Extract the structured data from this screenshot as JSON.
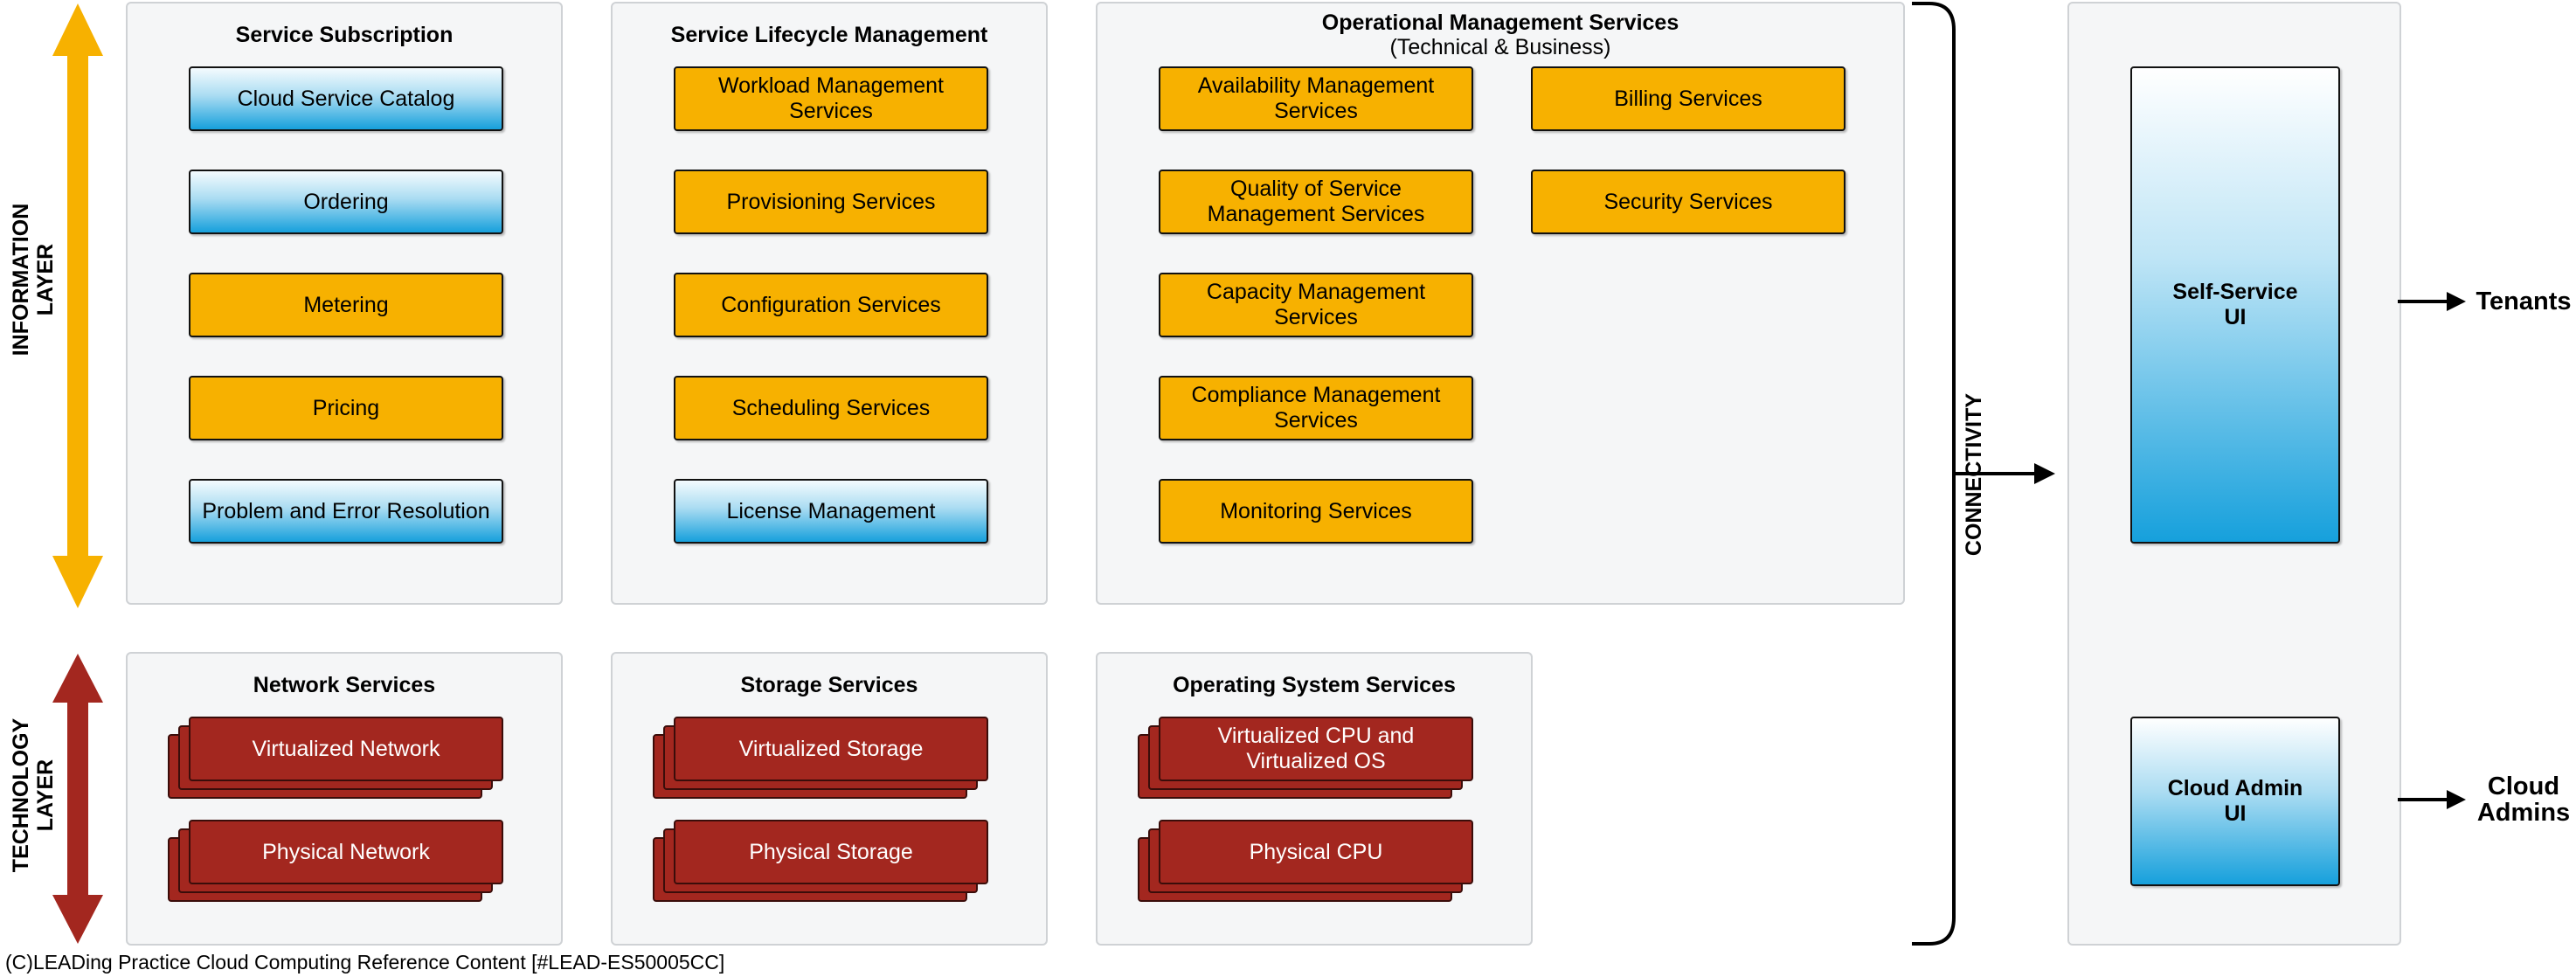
{
  "layers": {
    "information": "INFORMATION LAYER",
    "information_lines": [
      "INFORMATION",
      "LAYER"
    ],
    "technology_lines": [
      "TECHNOLOGY",
      "LAYER"
    ]
  },
  "panels": {
    "service_subscription": {
      "title": "Service Subscription",
      "items": [
        "Cloud Service Catalog",
        "Ordering",
        "Metering",
        "Pricing",
        "Problem and Error Resolution"
      ]
    },
    "service_lifecycle": {
      "title": "Service Lifecycle Management",
      "items": [
        "Workload Management Services",
        "Provisioning Services",
        "Configuration Services",
        "Scheduling Services",
        "License Management"
      ]
    },
    "operational": {
      "title": "Operational Management Services",
      "subtitle": "(Technical & Business)",
      "left_items": [
        "Availability Management Services",
        "Quality of Service Management Services",
        "Capacity Management Services",
        "Compliance Management Services",
        "Monitoring Services"
      ],
      "right_items": [
        "Billing Services",
        "Security Services"
      ]
    },
    "network": {
      "title": "Network Services",
      "items": [
        "Virtualized Network",
        "Physical Network"
      ]
    },
    "storage": {
      "title": "Storage Services",
      "items": [
        "Virtualized Storage",
        "Physical Storage"
      ]
    },
    "os": {
      "title": "Operating System Services",
      "items": [
        "Virtualized CPU and Virtualized OS",
        "Physical CPU"
      ]
    }
  },
  "connectivity": "CONNECTIVITY",
  "ui": {
    "self_service": [
      "Self-Service",
      "UI"
    ],
    "cloud_admin": [
      "Cloud Admin",
      "UI"
    ]
  },
  "outputs": {
    "tenants": "Tenants",
    "cloud_admins": [
      "Cloud",
      "Admins"
    ]
  },
  "footer": "(C)LEADing Practice Cloud Computing Reference Content [#LEAD-ES50005CC]",
  "colors": {
    "orange": "#f7b100",
    "blue": "#16a0dc",
    "red": "#a3271f"
  }
}
